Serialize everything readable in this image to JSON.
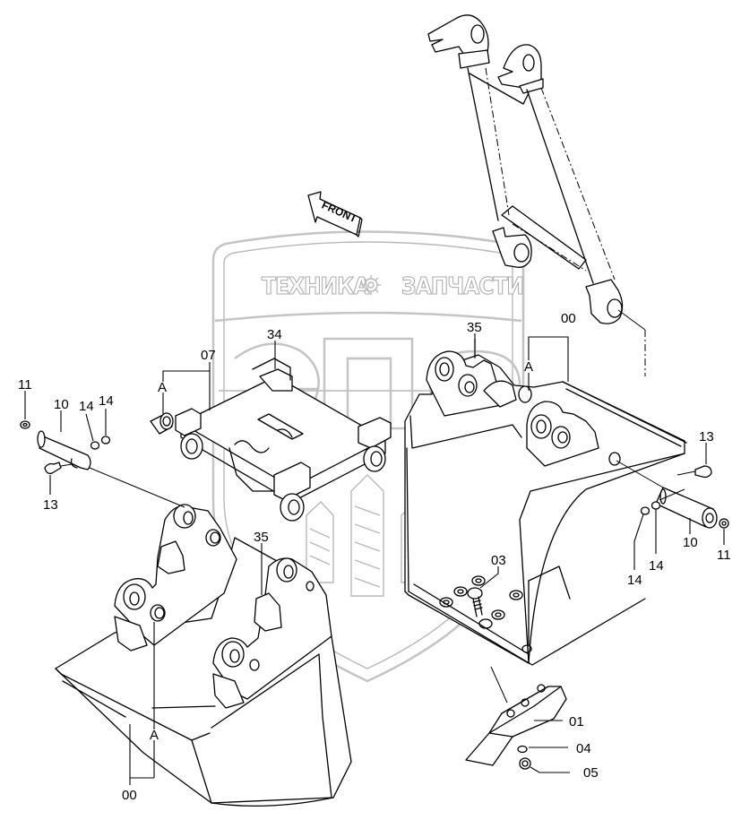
{
  "diagram": {
    "type": "exploded parts diagram",
    "subject": "Excavator bucket assembly with link",
    "watermark": {
      "left_text": "ТЕХНИКА",
      "right_text": "ЗАПЧАСТИ",
      "center_icon": "gear-icon",
      "logo_letters": "ЭПФ"
    },
    "direction_arrow": {
      "label": "FRONT",
      "icon": "arrow-left-icon"
    },
    "callouts": [
      {
        "id": "c11-left",
        "label": "11"
      },
      {
        "id": "c10-left",
        "label": "10"
      },
      {
        "id": "c14-left-a",
        "label": "14"
      },
      {
        "id": "c14-left-b",
        "label": "14"
      },
      {
        "id": "c13-left",
        "label": "13"
      },
      {
        "id": "c07",
        "label": "07"
      },
      {
        "id": "cA-07",
        "label": "A"
      },
      {
        "id": "c34",
        "label": "34"
      },
      {
        "id": "c35-upper",
        "label": "35"
      },
      {
        "id": "c00-upper",
        "label": "00"
      },
      {
        "id": "cA-upper",
        "label": "A"
      },
      {
        "id": "c13-right",
        "label": "13"
      },
      {
        "id": "c10-right",
        "label": "10"
      },
      {
        "id": "c11-right",
        "label": "11"
      },
      {
        "id": "c14-right-a",
        "label": "14"
      },
      {
        "id": "c14-right-b",
        "label": "14"
      },
      {
        "id": "c03",
        "label": "03"
      },
      {
        "id": "c01",
        "label": "01"
      },
      {
        "id": "c04",
        "label": "04"
      },
      {
        "id": "c05",
        "label": "05"
      },
      {
        "id": "c35-lower",
        "label": "35"
      },
      {
        "id": "cA-lower",
        "label": "A"
      },
      {
        "id": "c00-lower",
        "label": "00"
      }
    ]
  }
}
